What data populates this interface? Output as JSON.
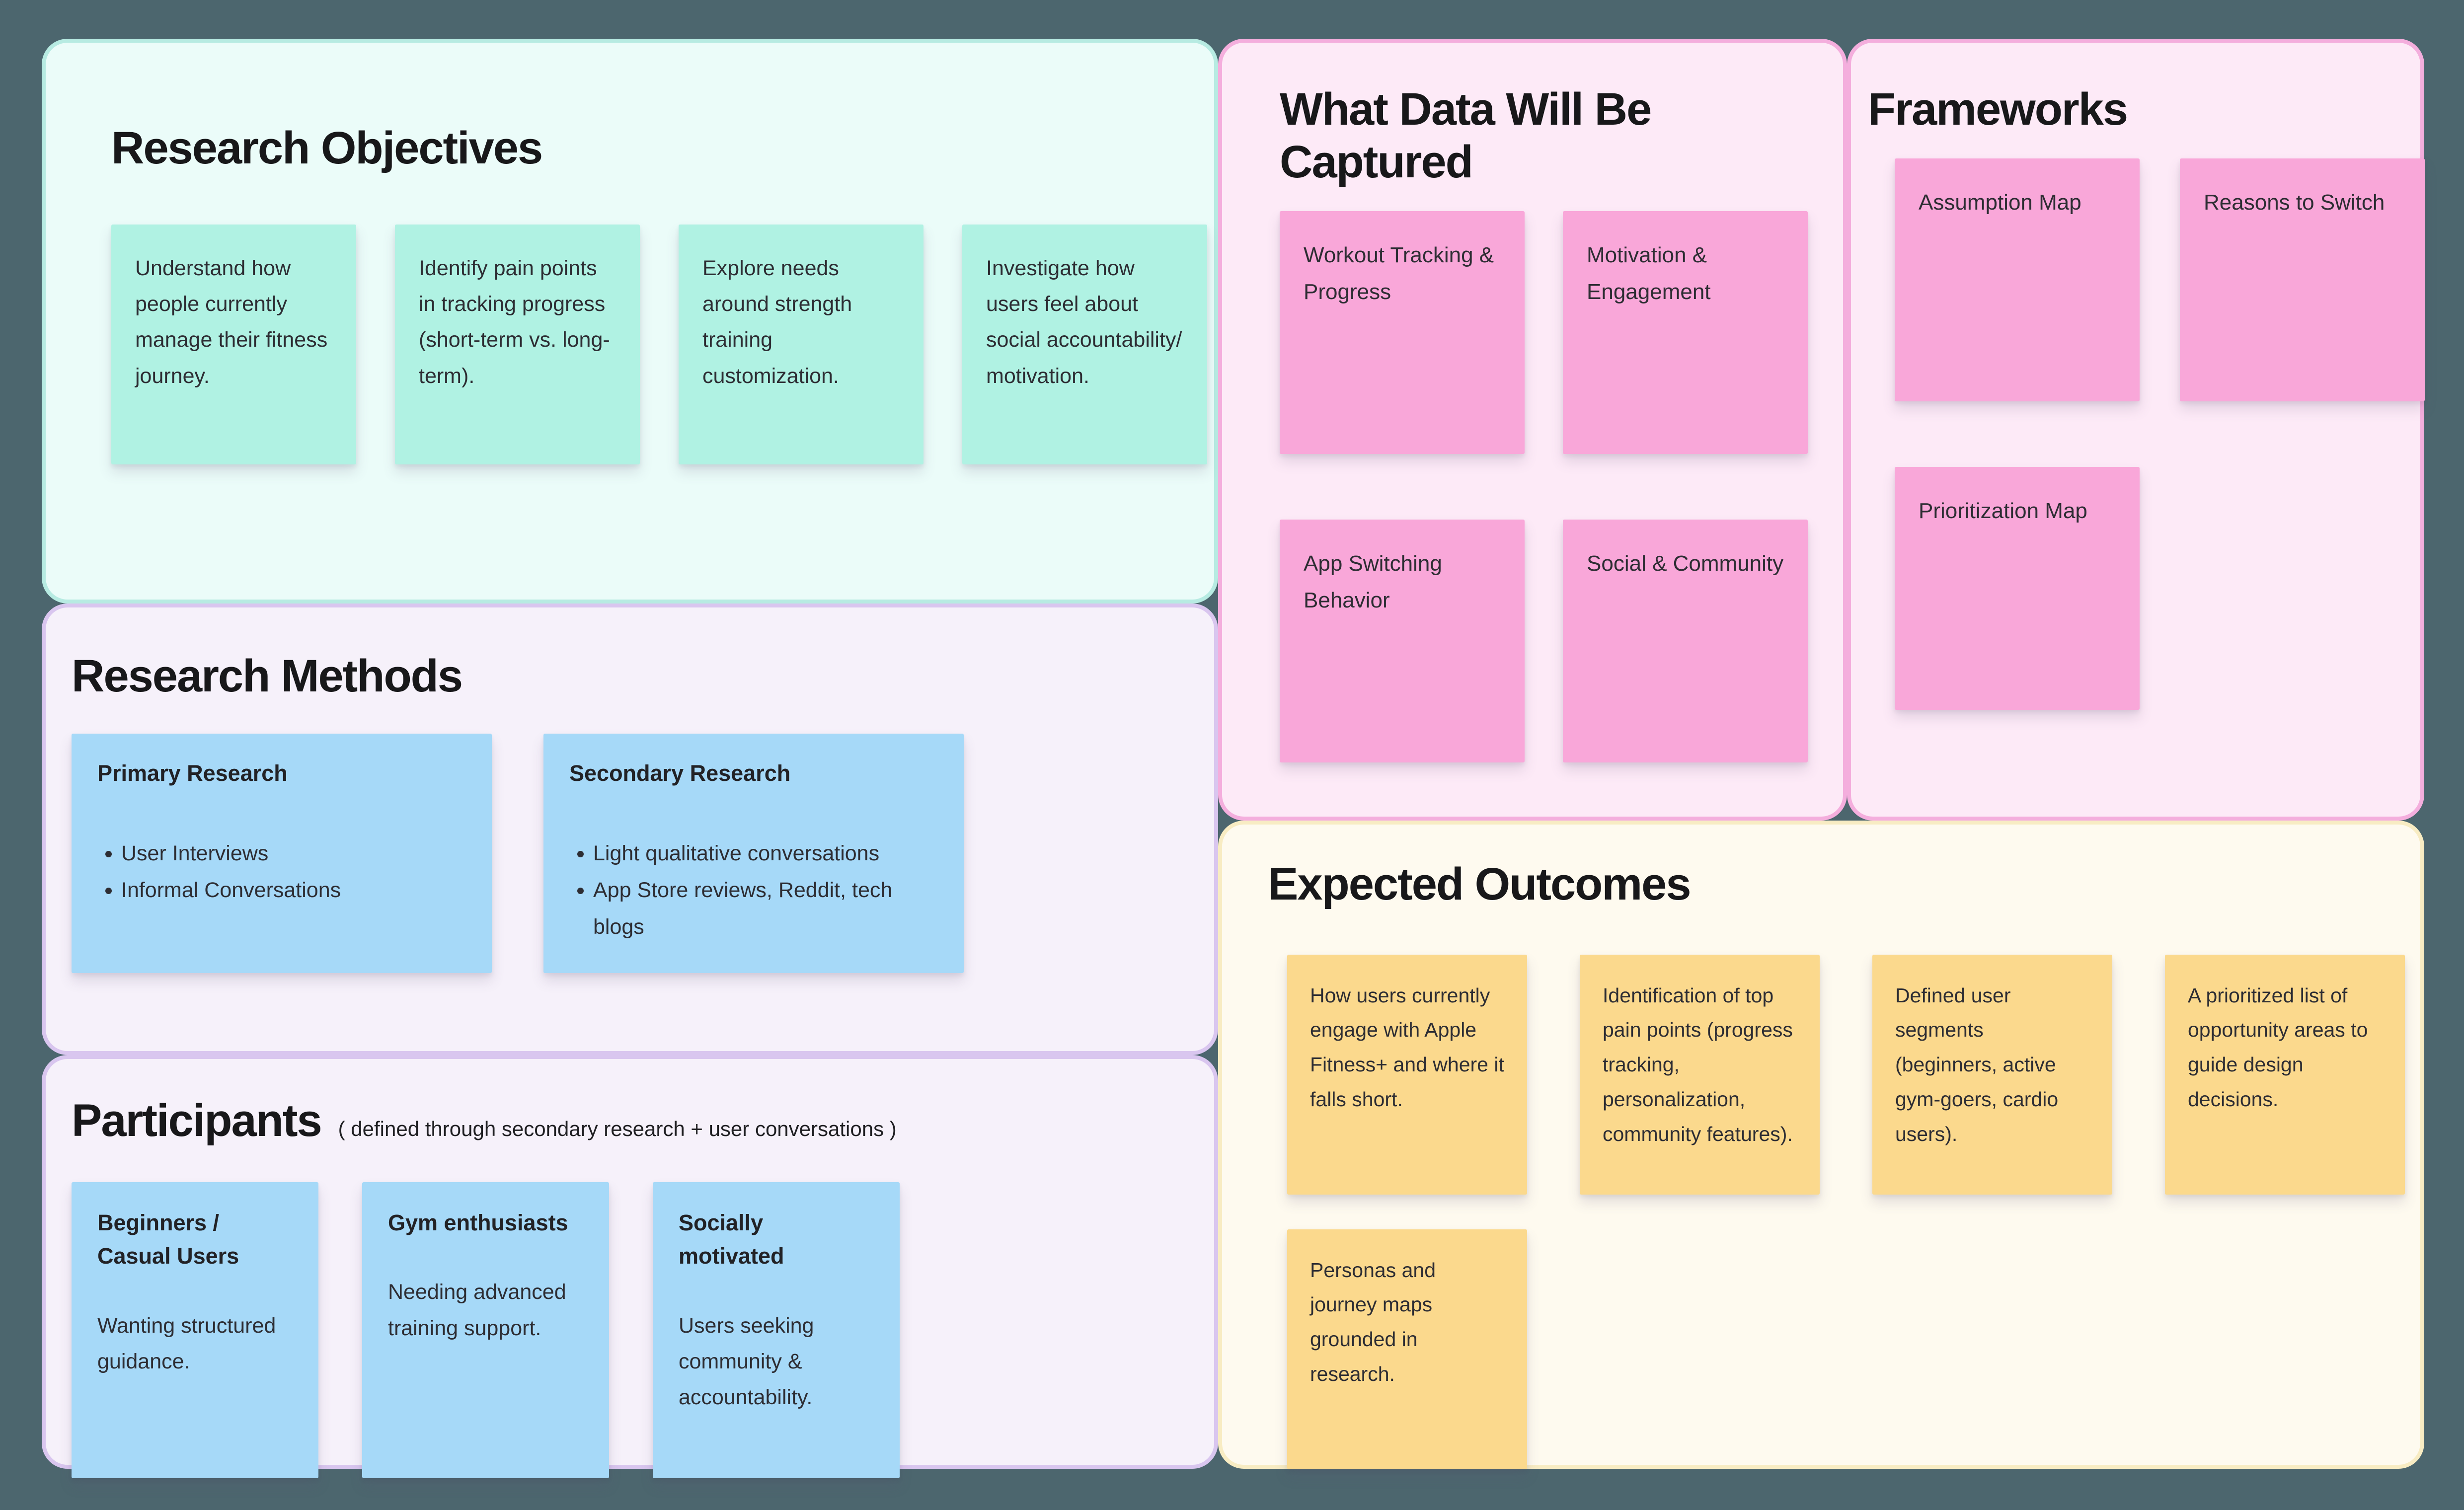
{
  "colors": {
    "canvas_background": "#4c666e",
    "mint_panel_bg": "#ebfcf9",
    "mint_panel_border": "#b7ebe2",
    "lavender_panel_bg": "#f6f1fa",
    "lavender_panel_border": "#d9c6ef",
    "pink_panel_bg": "#fdeaf7",
    "pink_panel_border": "#f4aedd",
    "cream_panel_bg": "#fefaef",
    "cream_panel_border": "#f8ecc3",
    "teal_note": "#b0f2e3",
    "blue_note": "#a6d9f8",
    "pink_note": "#f9a7d9",
    "yellow_note": "#fbd98d",
    "title_text": "#18181a",
    "note_text": "#2d2d33"
  },
  "sections": {
    "research_objectives": {
      "title": "Research Objectives",
      "notes": [
        "Understand how people currently manage their fitness journey.",
        "Identify pain points in tracking progress (short-term vs. long-term).",
        "Explore needs around strength training customization.",
        "Investigate how users feel about social accountability/ motivation."
      ]
    },
    "research_methods": {
      "title": "Research Methods",
      "notes": [
        {
          "title": "Primary Research",
          "bullets": [
            "User Interviews",
            "Informal Conversations"
          ]
        },
        {
          "title": "Secondary Research",
          "bullets": [
            "Light qualitative conversations",
            "App Store reviews, Reddit, tech blogs"
          ]
        }
      ]
    },
    "participants": {
      "title": "Participants",
      "subtitle": "( defined through secondary research + user conversations )",
      "notes": [
        {
          "title": "Beginners / Casual Users",
          "body": "Wanting structured guidance."
        },
        {
          "title": "Gym enthusiasts",
          "body": "Needing advanced training support."
        },
        {
          "title": "Socially motivated",
          "body": "Users seeking community & accountability."
        }
      ]
    },
    "what_data": {
      "title": "What Data Will Be Captured",
      "notes": [
        "Workout Tracking & Progress",
        "Motivation & Engagement",
        "App Switching Behavior",
        "Social & Community"
      ]
    },
    "frameworks": {
      "title": "Frameworks",
      "notes": [
        "Assumption Map",
        "Reasons to Switch",
        "Prioritization Map"
      ]
    },
    "expected_outcomes": {
      "title": "Expected Outcomes",
      "notes": [
        "How users currently engage with Apple Fitness+ and where it falls short.",
        "Identification of top pain points (progress tracking, personalization, community features).",
        "Defined user segments (beginners, active gym-goers, cardio users).",
        "A prioritized list of opportunity areas to guide design decisions.",
        "Personas and journey maps grounded in research."
      ]
    }
  }
}
